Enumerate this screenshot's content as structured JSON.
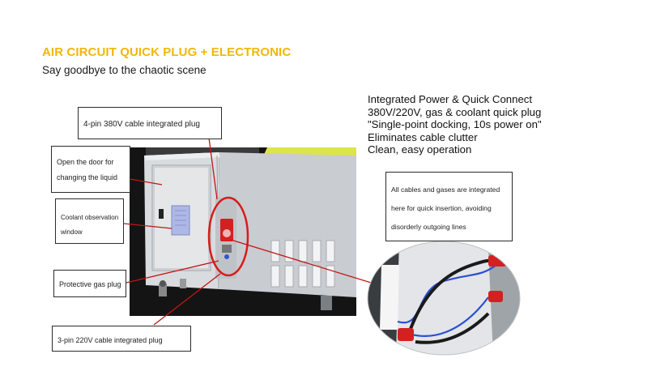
{
  "header": {
    "title": "AIR CIRCUIT QUICK PLUG + ELECTRONIC",
    "subtitle": "Say goodbye to the chaotic scene"
  },
  "features": [
    "Integrated Power & Quick Connect",
    "380V/220V, gas & coolant quick plug",
    "\"Single-point docking, 10s power on\"",
    "Eliminates cable clutter",
    "Clean, easy operation"
  ],
  "callouts": {
    "four_pin": [
      "4-pin 380V cable integrated plug"
    ],
    "door": [
      "Open the door for",
      "changing the liquid"
    ],
    "coolant": [
      "Coolant observation",
      "window"
    ],
    "gas": [
      "Protective gas plug"
    ],
    "three_pin": [
      "3-pin 220V cable integrated plug"
    ],
    "cables": [
      "All cables and gases are integrated",
      "here for quick insertion, avoiding",
      "disorderly outgoing lines"
    ]
  },
  "colors": {
    "accent_yellow": "#f2b705",
    "highlight_red": "#d81b1b",
    "plug_red": "#d32020",
    "machine_gray": "#d4d7db",
    "cable_blue": "#2a4fd1"
  }
}
